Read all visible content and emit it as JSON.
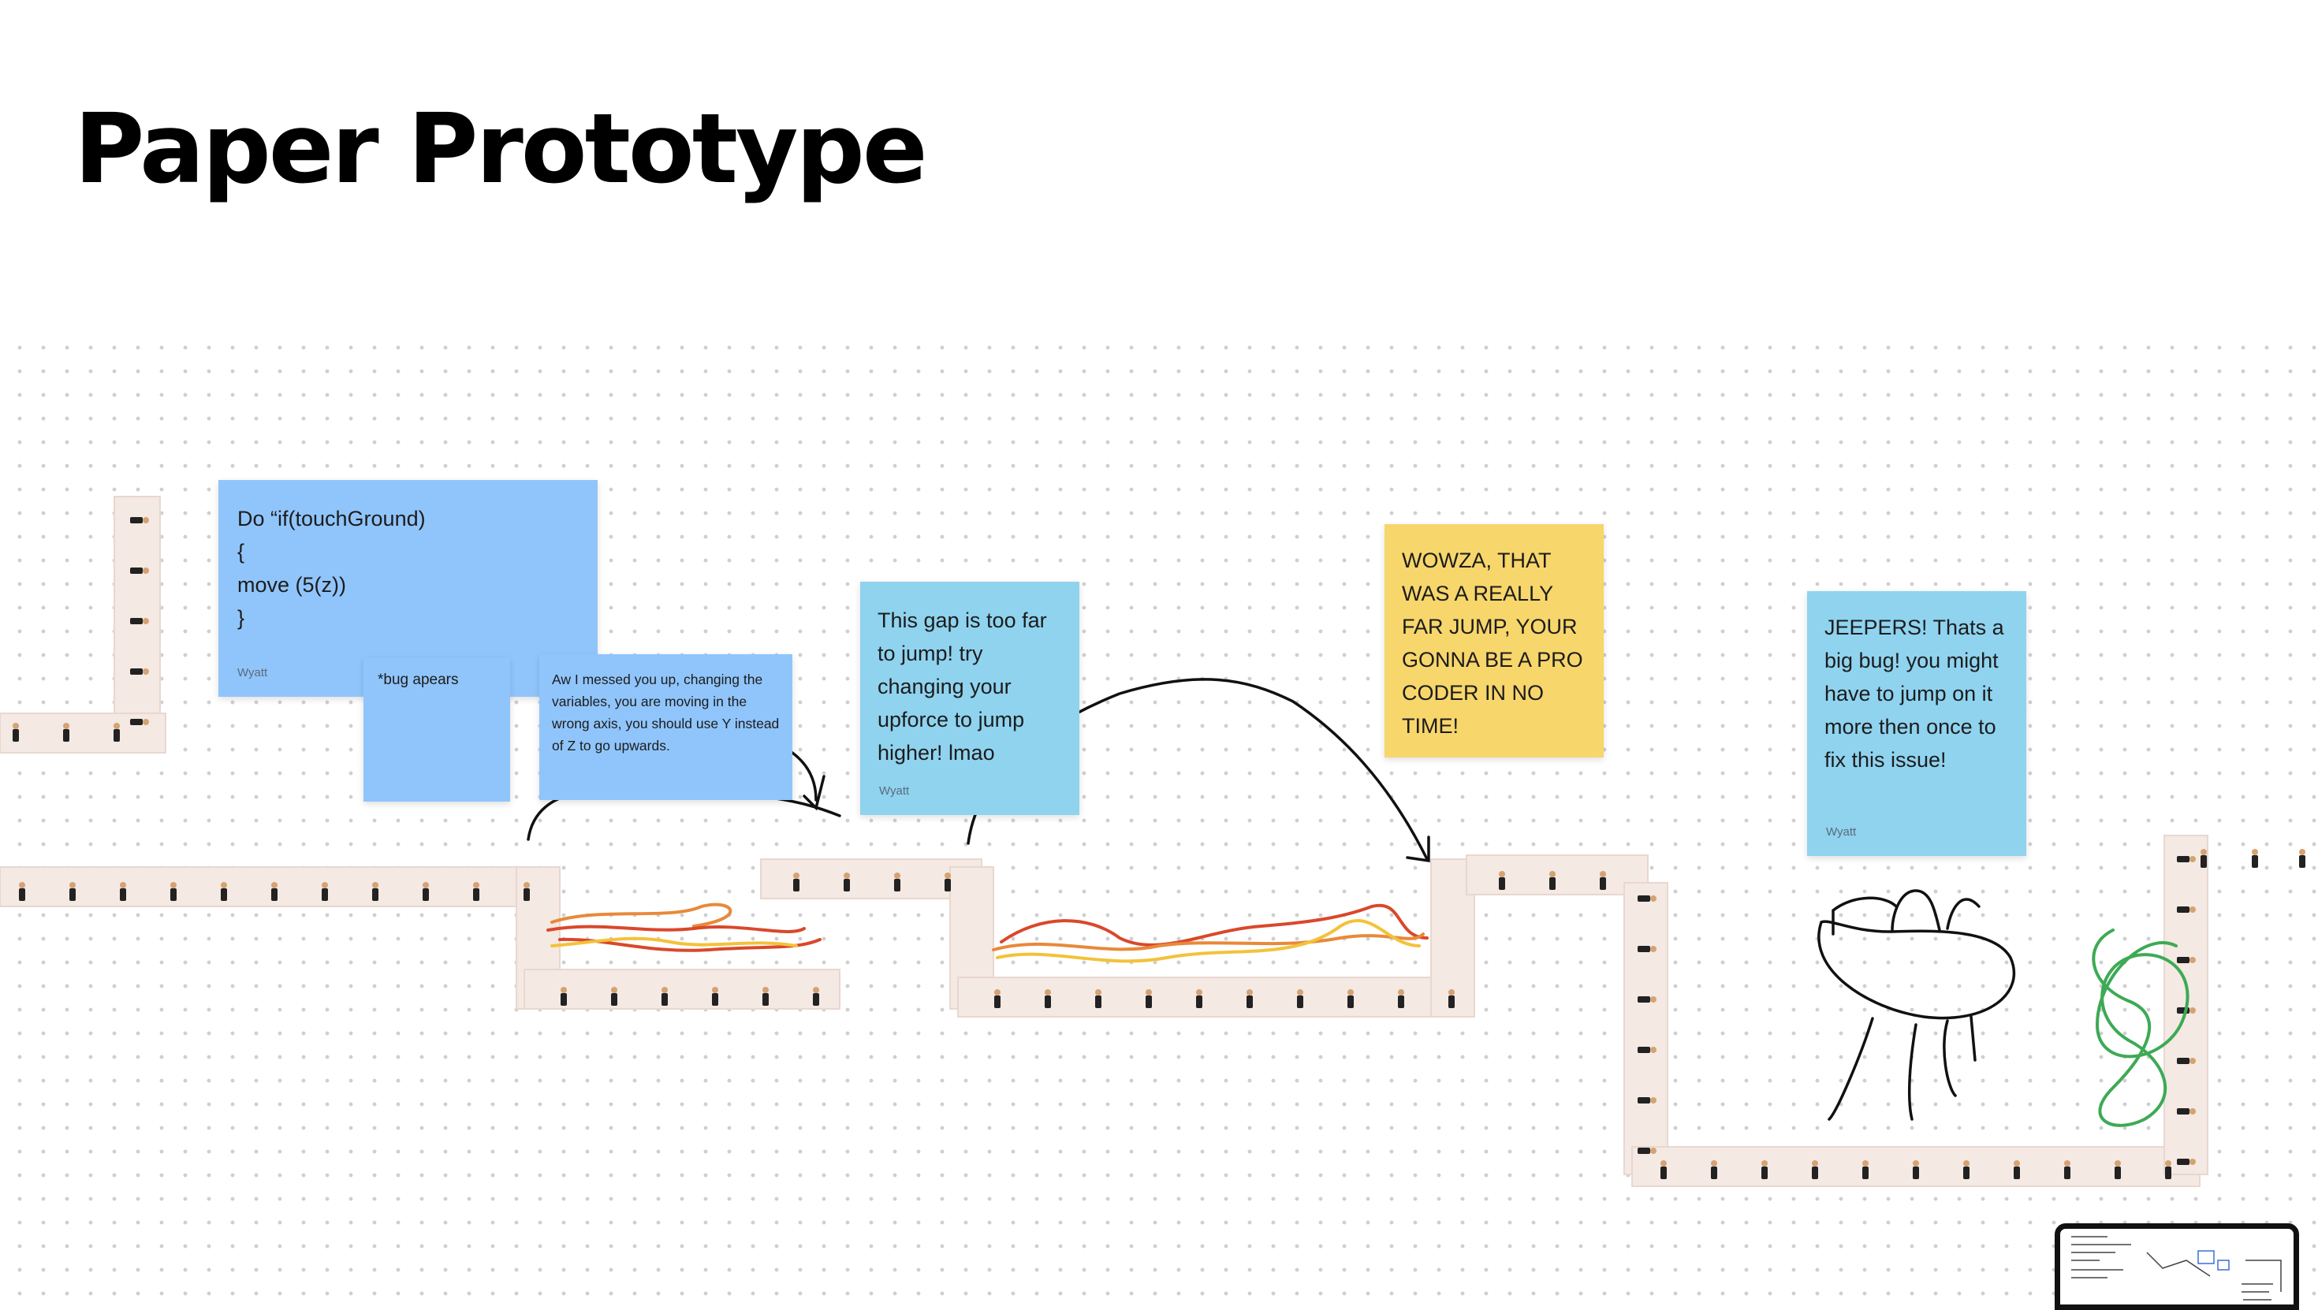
{
  "page": {
    "title": "Paper Prototype"
  },
  "stickies": [
    {
      "id": "code",
      "text": "Do  “if(touchGround)\n{\nmove (5(z))\n}",
      "author": "Wyatt"
    },
    {
      "id": "bug",
      "text": "*bug apears"
    },
    {
      "id": "explain",
      "text": "Aw I messed you up, changing the variables, you are moving in the wrong axis, you should use Y instead of Z to go upwards."
    },
    {
      "id": "gap",
      "text": "This gap is too far to jump! try changing your upforce to jump higher! lmao",
      "author": "Wyatt"
    },
    {
      "id": "wowza",
      "text": "WOWZA, THAT WAS A REALLY FAR JUMP, YOUR GONNA BE A PRO CODER IN NO TIME!"
    },
    {
      "id": "jeepers",
      "text": "JEEPERS! Thats a big bug! you might have to jump on it more then once to fix this issue!",
      "author": "Wyatt"
    }
  ],
  "colors": {
    "sticky_blue": "#90c5fb",
    "sticky_cyan": "#8fd3ef",
    "sticky_yellow": "#f7d66b",
    "scribble_orange": "#e8893a",
    "scribble_yellow": "#f3c23a",
    "scribble_red": "#d9482b",
    "scribble_green": "#3daa55",
    "pen_black": "#111111"
  },
  "minimap": {
    "label": "board-overview-thumbnail"
  }
}
